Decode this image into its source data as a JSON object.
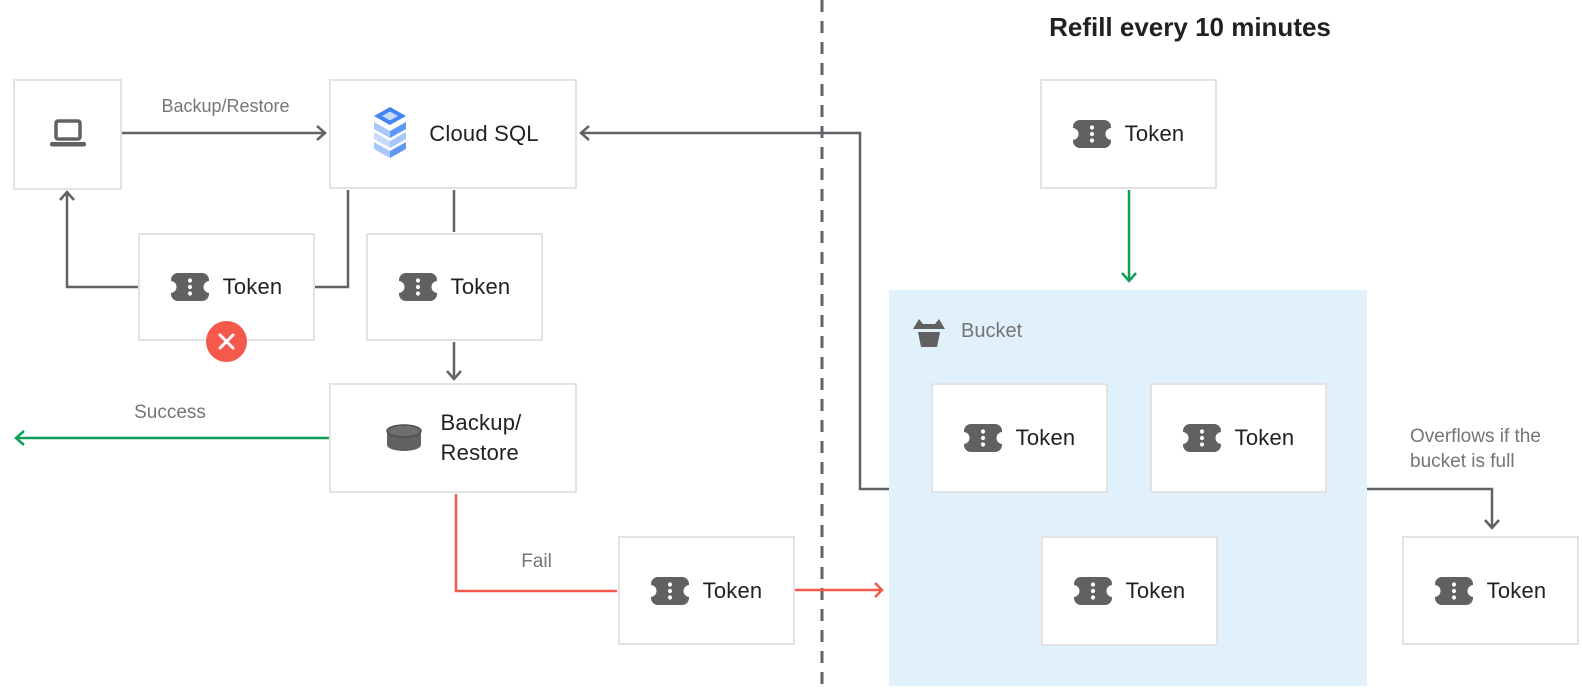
{
  "title": "Refill every 10 minutes",
  "labels": {
    "backup_restore_arrow": "Backup/Restore",
    "cloud_sql": "Cloud SQL",
    "token": "Token",
    "backup_restore_node": "Backup/\nRestore",
    "success": "Success",
    "fail": "Fail",
    "bucket": "Bucket",
    "overflow": "Overflows if the bucket is full"
  },
  "icons": {
    "laptop": "laptop-icon",
    "cloud_sql": "cloud-sql-layers-icon",
    "token": "token-ticket-icon",
    "database": "database-cylinder-icon",
    "bucket": "bucket-icon",
    "reject": "red-x-circle-icon"
  },
  "colors": {
    "dark_line": "#5F6368",
    "dashed_line": "#5F6368",
    "green": "#0F9D58",
    "red": "#F4594C",
    "icon_grey": "#616161",
    "dark_text": "#212121",
    "grey_text": "#757575",
    "bucket_fill": "#E0F1FB",
    "node_border": "#E3E3E3",
    "cloud_sql_blue": "#4285F4",
    "cloud_sql_light_blue": "#A8C7FA"
  }
}
